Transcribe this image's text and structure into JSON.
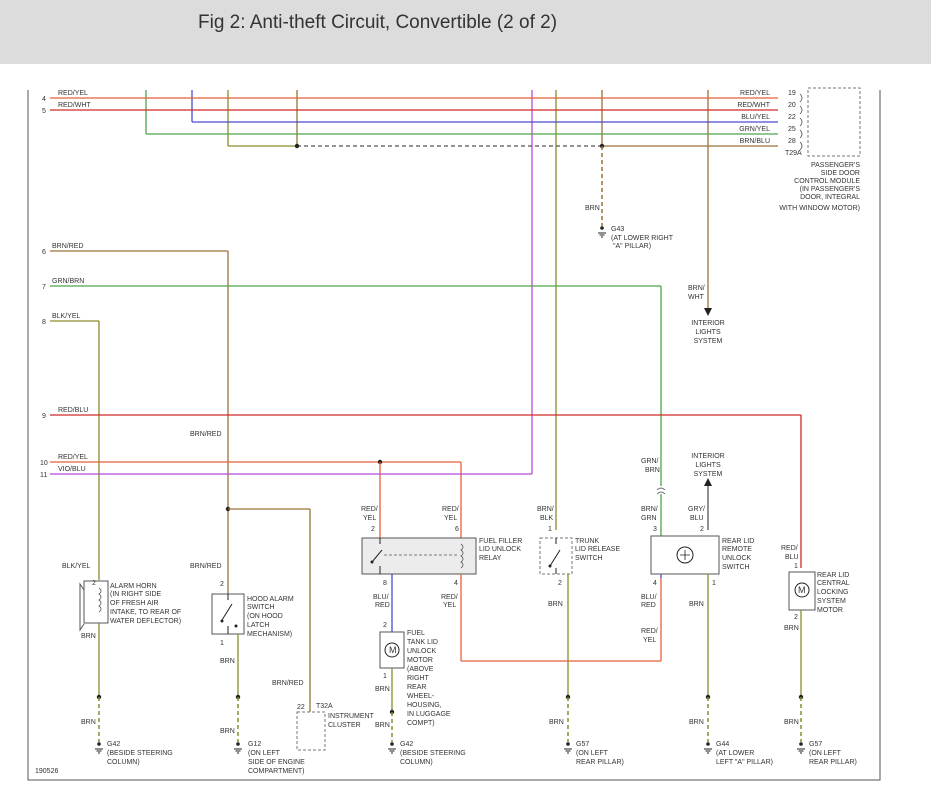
{
  "header": {
    "title": "Fig 2: Anti-theft Circuit, Convertible (2 of 2)"
  },
  "figure_id": "190526",
  "colors": {
    "red": "#d22a2a",
    "orange": "#e8613a",
    "blue": "#4a4ad0",
    "green": "#4aa84a",
    "olive": "#8c8c2c",
    "violet": "#b84ad8",
    "brown": "#9c7238",
    "grey": "#555555"
  },
  "wires": {
    "w4": {
      "pin": "4",
      "label": "RED/YEL"
    },
    "w5": {
      "pin": "5",
      "label": "RED/WHT"
    },
    "w6": {
      "pin": "6",
      "label": "BRN/RED"
    },
    "w7": {
      "pin": "7",
      "label": "GRN/BRN"
    },
    "w8": {
      "pin": "8",
      "label": "BLK/YEL"
    },
    "w9": {
      "pin": "9",
      "label": "RED/BLU"
    },
    "w10": {
      "pin": "10",
      "label": "RED/YEL"
    },
    "w11": {
      "pin": "11",
      "label": "VIO/BLU"
    }
  },
  "module": {
    "pins": [
      {
        "label": "RED/YEL",
        "num": "19"
      },
      {
        "label": "RED/WHT",
        "num": "20"
      },
      {
        "label": "BLU/YEL",
        "num": "22"
      },
      {
        "label": "GRN/YEL",
        "num": "25"
      },
      {
        "label": "BRN/BLU",
        "num": "28"
      }
    ],
    "connector": "T29A",
    "desc": [
      "PASSENGER'S",
      "SIDE DOOR",
      "CONTROL MODULE",
      "(IN PASSENGER'S",
      "DOOR, INTEGRAL",
      "WITH WINDOW MOTOR)"
    ]
  },
  "g43": {
    "wire": "BRN",
    "name": "G43",
    "desc": [
      "(AT LOWER RIGHT",
      "\"A\" PILLAR)"
    ]
  },
  "interior_top": {
    "wire": [
      "BRN/",
      "WHT"
    ],
    "desc": [
      "INTERIOR",
      "LIGHTS",
      "SYSTEM"
    ]
  },
  "interior_mid": {
    "desc": [
      "INTERIOR",
      "LIGHTS",
      "SYSTEM"
    ]
  },
  "labels": {
    "brn_red_mid": "BRN/RED",
    "grn_brn_right": [
      "GRN/",
      "BRN"
    ],
    "red_yel_relay_left": [
      "RED/",
      "YEL"
    ],
    "red_yel_relay_right": [
      "RED/",
      "YEL"
    ],
    "brn_blk": [
      "BRN/",
      "BLK"
    ],
    "brn_grn": [
      "BRN/",
      "GRN"
    ],
    "gry_blu": [
      "GRY/",
      "BLU"
    ],
    "red_blu_right": [
      "RED/",
      "BLU"
    ],
    "blk_yel_low": "BLK/YEL",
    "brn_red_low": "BRN/RED",
    "blu_red_relay": [
      "BLU/",
      "RED"
    ],
    "red_yel_relay_out": [
      "RED/",
      "YEL"
    ],
    "blu_red_switch": [
      "BLU/",
      "RED"
    ],
    "red_yel_switch": [
      "RED/",
      "YEL"
    ],
    "brn_red_cluster": "BRN/RED"
  },
  "components": {
    "alarm_horn": [
      "ALARM HORN",
      "(IN RIGHT SIDE",
      "OF FRESH AIR",
      "INTAKE, TO REAR OF",
      "WATER DEFLECTOR)"
    ],
    "hood_switch": [
      "HOOD ALARM",
      "SWITCH",
      "(ON HOOD",
      "LATCH",
      "MECHANISM)"
    ],
    "relay": [
      "FUEL FILLER",
      "LID UNLOCK",
      "RELAY"
    ],
    "trunk_switch": [
      "TRUNK",
      "LID RELEASE",
      "SWITCH"
    ],
    "rear_lid_switch": [
      "REAR LID",
      "REMOTE",
      "UNLOCK",
      "SWITCH"
    ],
    "rear_lid_motor": [
      "REAR LID",
      "CENTRAL",
      "LOCKING",
      "SYSTEM",
      "MOTOR"
    ],
    "fuel_motor": [
      "FUEL",
      "TANK LID",
      "UNLOCK",
      "MOTOR",
      "(ABOVE",
      "RIGHT",
      "REAR",
      "WHEEL-",
      "HOUSING,",
      "IN LUGGAGE",
      "COMPT)"
    ],
    "cluster": {
      "connector": "T32A",
      "pin": "22",
      "name": [
        "INSTRUMENT",
        "CLUSTER"
      ]
    }
  },
  "pins": {
    "horn_pin": "2",
    "hood_top": "2",
    "hood_bot": "1",
    "relay_2": "2",
    "relay_6": "6",
    "relay_8": "8",
    "relay_4": "4",
    "motor_top": "2",
    "motor_bot": "1",
    "trunk_top": "1",
    "trunk_bot": "2",
    "rl_3": "3",
    "rl_2": "2",
    "rl_4": "4",
    "rl_1": "1",
    "rm_top": "1",
    "rm_bot": "2"
  },
  "grounds": [
    {
      "wire": "BRN",
      "name": "G42",
      "desc": [
        "(BESIDE STEERING",
        "COLUMN)"
      ]
    },
    {
      "wire": "BRN",
      "name": "G12",
      "desc": [
        "(ON LEFT",
        "SIDE OF ENGINE",
        "COMPARTMENT)"
      ]
    },
    {
      "wire": "BRN",
      "name": "G42",
      "desc": [
        "(BESIDE STEERING",
        "COLUMN)"
      ]
    },
    {
      "wire": "BRN",
      "name": "G57",
      "desc": [
        "(ON LEFT",
        "REAR PILLAR)"
      ]
    },
    {
      "wire": "BRN",
      "name": "G44",
      "desc": [
        "(AT LOWER",
        "LEFT \"A\" PILLAR)"
      ]
    },
    {
      "wire": "BRN",
      "name": "G57",
      "desc": [
        "(ON LEFT",
        "REAR PILLAR)"
      ]
    }
  ],
  "brn_labels": {
    "horn": "BRN",
    "hood": "BRN",
    "trunk": "BRN",
    "rear_switch": "BRN",
    "motor_right": "BRN",
    "fuel_motor": "BRN"
  }
}
